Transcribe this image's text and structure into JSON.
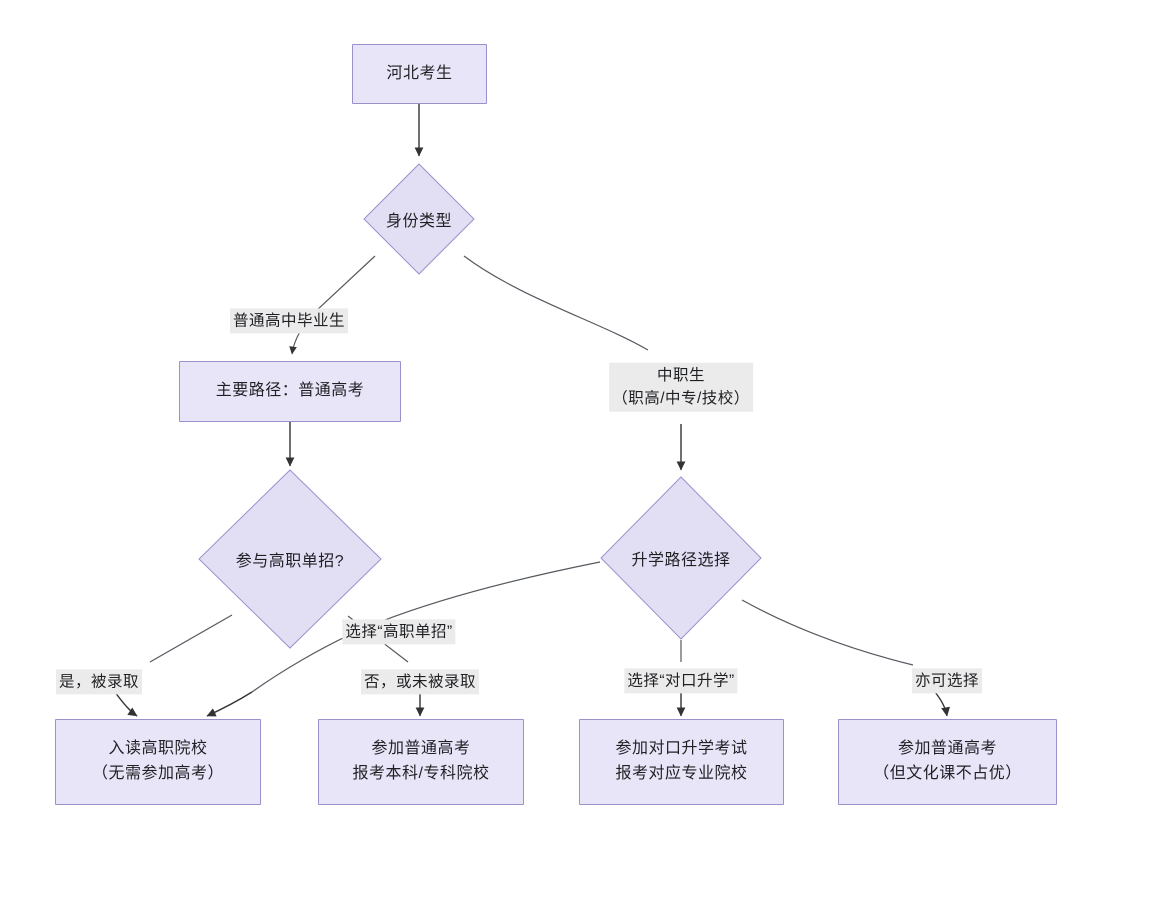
{
  "diagram": {
    "type": "flowchart",
    "direction": "top-down",
    "background_color": "#ffffff",
    "node_fill_color": "#e8e5f8",
    "node_border_color": "#9c8fcc",
    "edge_color": "#333333",
    "edge_label_background": "#ebebeb",
    "text_color": "#1f2023"
  },
  "nodes": {
    "start": {
      "id": "start",
      "shape": "rect",
      "label": "河北考生"
    },
    "identity_type": {
      "id": "identity_type",
      "shape": "diamond",
      "label": "身份类型"
    },
    "main_path_gaokao": {
      "id": "main_path_gaokao",
      "shape": "rect",
      "label": "主要路径：普通高考"
    },
    "join_danzhao": {
      "id": "join_danzhao",
      "shape": "diamond",
      "label": "参与高职单招?"
    },
    "path_choice": {
      "id": "path_choice",
      "shape": "diamond",
      "label": "升学路径选择"
    },
    "enter_vocational": {
      "id": "enter_vocational",
      "shape": "rect",
      "line1": "入读高职院校",
      "line2": "（无需参加高考）"
    },
    "take_gaokao_bk": {
      "id": "take_gaokao_bk",
      "shape": "rect",
      "line1": "参加普通高考",
      "line2": "报考本科/专科院校"
    },
    "duikou_exam": {
      "id": "duikou_exam",
      "shape": "rect",
      "line1": "参加对口升学考试",
      "line2": "报考对应专业院校"
    },
    "gaokao_disadvantage": {
      "id": "gaokao_disadvantage",
      "shape": "rect",
      "line1": "参加普通高考",
      "line2": "（但文化课不占优）"
    }
  },
  "edge_labels": {
    "regular_hs_graduate": "普通高中毕业生",
    "vocational_student_line1": "中职生",
    "vocational_student_line2": "（职高/中专/技校）",
    "yes_admitted": "是，被录取",
    "choose_danzhao": "选择“高职单招”",
    "no_or_not_admitted": "否，或未被录取",
    "choose_duikou": "选择“对口升学”",
    "also_可": "亦可选择"
  },
  "edges": [
    {
      "from": "start",
      "to": "identity_type",
      "label": ""
    },
    {
      "from": "identity_type",
      "to": "main_path_gaokao",
      "label": "普通高中毕业生"
    },
    {
      "from": "identity_type",
      "to": "path_choice",
      "label": "中职生（职高/中专/技校）"
    },
    {
      "from": "main_path_gaokao",
      "to": "join_danzhao",
      "label": ""
    },
    {
      "from": "join_danzhao",
      "to": "enter_vocational",
      "label": "是，被录取"
    },
    {
      "from": "join_danzhao",
      "to": "take_gaokao_bk",
      "label": "否，或未被录取"
    },
    {
      "from": "path_choice",
      "to": "enter_vocational",
      "label": "选择“高职单招”"
    },
    {
      "from": "path_choice",
      "to": "duikou_exam",
      "label": "选择“对口升学”"
    },
    {
      "from": "path_choice",
      "to": "gaokao_disadvantage",
      "label": "亦可选择"
    }
  ]
}
